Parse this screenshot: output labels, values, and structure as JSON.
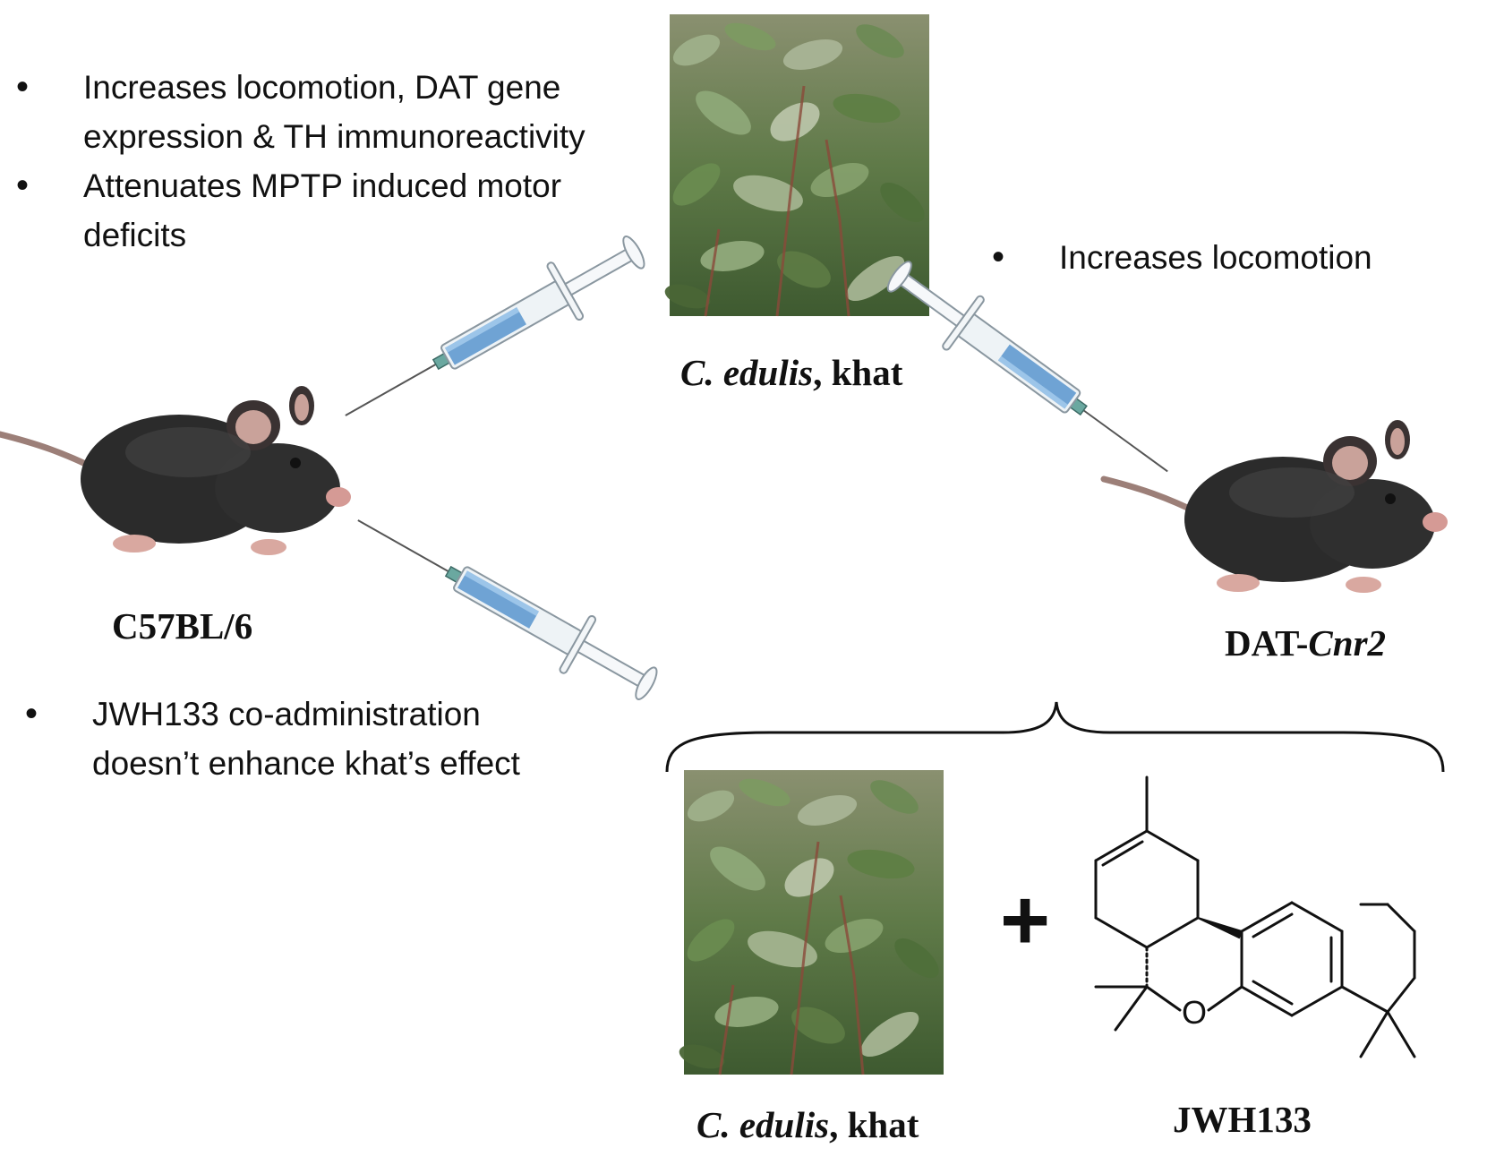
{
  "top_left_bullets": [
    "Increases locomotion, DAT gene expression & TH immunoreactivity",
    "Attenuates MPTP induced motor deficits"
  ],
  "top_right_bullets": [
    "Increases locomotion"
  ],
  "bottom_left_bullets": [
    "JWH133 co-administration doesn’t enhance khat’s effect"
  ],
  "labels": {
    "khat_top_italic": "C. edulis",
    "khat_top_rest": ", khat",
    "khat_bottom_italic": "C. edulis",
    "khat_bottom_rest": ", khat",
    "mouse_left": "C57BL/6",
    "mouse_right_plain": "DAT-",
    "mouse_right_italic": "Cnr2",
    "compound": "JWH133",
    "plus_sign": "+",
    "oxygen_atom": "O"
  }
}
